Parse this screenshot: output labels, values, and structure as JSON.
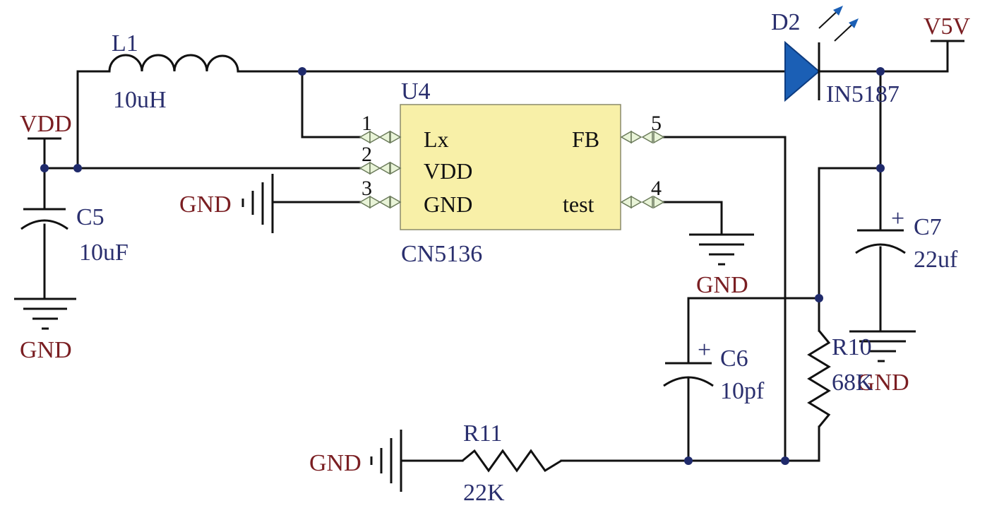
{
  "nets": {
    "vdd_left": "VDD",
    "v5v": "V5V",
    "gnd_c5": "GND",
    "gnd_u4": "GND",
    "gnd_test": "GND",
    "gnd_c7": "GND",
    "gnd_r11": "GND"
  },
  "components": {
    "l1": {
      "ref": "L1",
      "value": "10uH"
    },
    "d2": {
      "ref": "D2",
      "value": "IN5187"
    },
    "c5": {
      "ref": "C5",
      "value": "10uF"
    },
    "c7": {
      "ref": "C7",
      "value": "22uf",
      "polarity": "+"
    },
    "c6": {
      "ref": "C6",
      "value": "10pf",
      "polarity": "+"
    },
    "r10": {
      "ref": "R10",
      "value": "68K"
    },
    "r11": {
      "ref": "R11",
      "value": "22K"
    },
    "u4": {
      "ref": "U4",
      "part": "CN5136",
      "pins": [
        {
          "num": "1",
          "name": "Lx"
        },
        {
          "num": "2",
          "name": "VDD"
        },
        {
          "num": "3",
          "name": "GND"
        },
        {
          "num": "5",
          "name": "FB"
        },
        {
          "num": "4",
          "name": "test"
        }
      ]
    }
  },
  "colors": {
    "wire": "#111111",
    "net_label": "#7a1e22",
    "ref_label": "#2a2f6e",
    "ic_fill": "#f8f0a8",
    "diode_fill": "#1b5fb5",
    "junction": "#1f2a6b"
  }
}
